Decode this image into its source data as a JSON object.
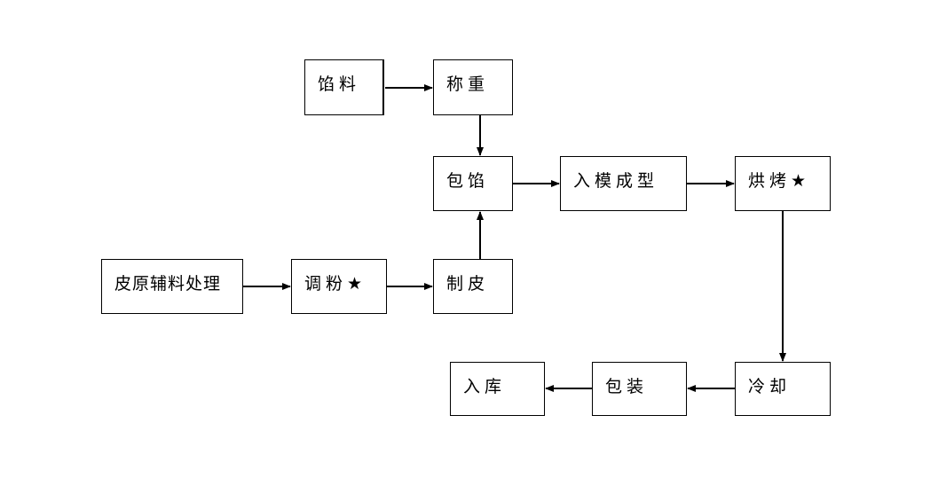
{
  "diagram": {
    "nodes": [
      {
        "id": "xianliao",
        "label": "馅料"
      },
      {
        "id": "chengzhong",
        "label": "称重"
      },
      {
        "id": "baoxian",
        "label": "包馅"
      },
      {
        "id": "rumo",
        "label": "入模成型"
      },
      {
        "id": "hongkao",
        "label": "烘烤★"
      },
      {
        "id": "pifu",
        "label": "皮原辅料处理"
      },
      {
        "id": "tiaofen",
        "label": "调粉★"
      },
      {
        "id": "zhipi",
        "label": "制皮"
      },
      {
        "id": "lengque",
        "label": "冷却"
      },
      {
        "id": "baozhuang",
        "label": "包装"
      },
      {
        "id": "ruku",
        "label": "入库"
      }
    ],
    "edges": [
      {
        "from": "xianliao",
        "to": "chengzhong"
      },
      {
        "from": "chengzhong",
        "to": "baoxian"
      },
      {
        "from": "pifu",
        "to": "tiaofen"
      },
      {
        "from": "tiaofen",
        "to": "zhipi"
      },
      {
        "from": "zhipi",
        "to": "baoxian"
      },
      {
        "from": "baoxian",
        "to": "rumo"
      },
      {
        "from": "rumo",
        "to": "hongkao"
      },
      {
        "from": "hongkao",
        "to": "lengque"
      },
      {
        "from": "lengque",
        "to": "baozhuang"
      },
      {
        "from": "baozhuang",
        "to": "ruku"
      }
    ]
  }
}
